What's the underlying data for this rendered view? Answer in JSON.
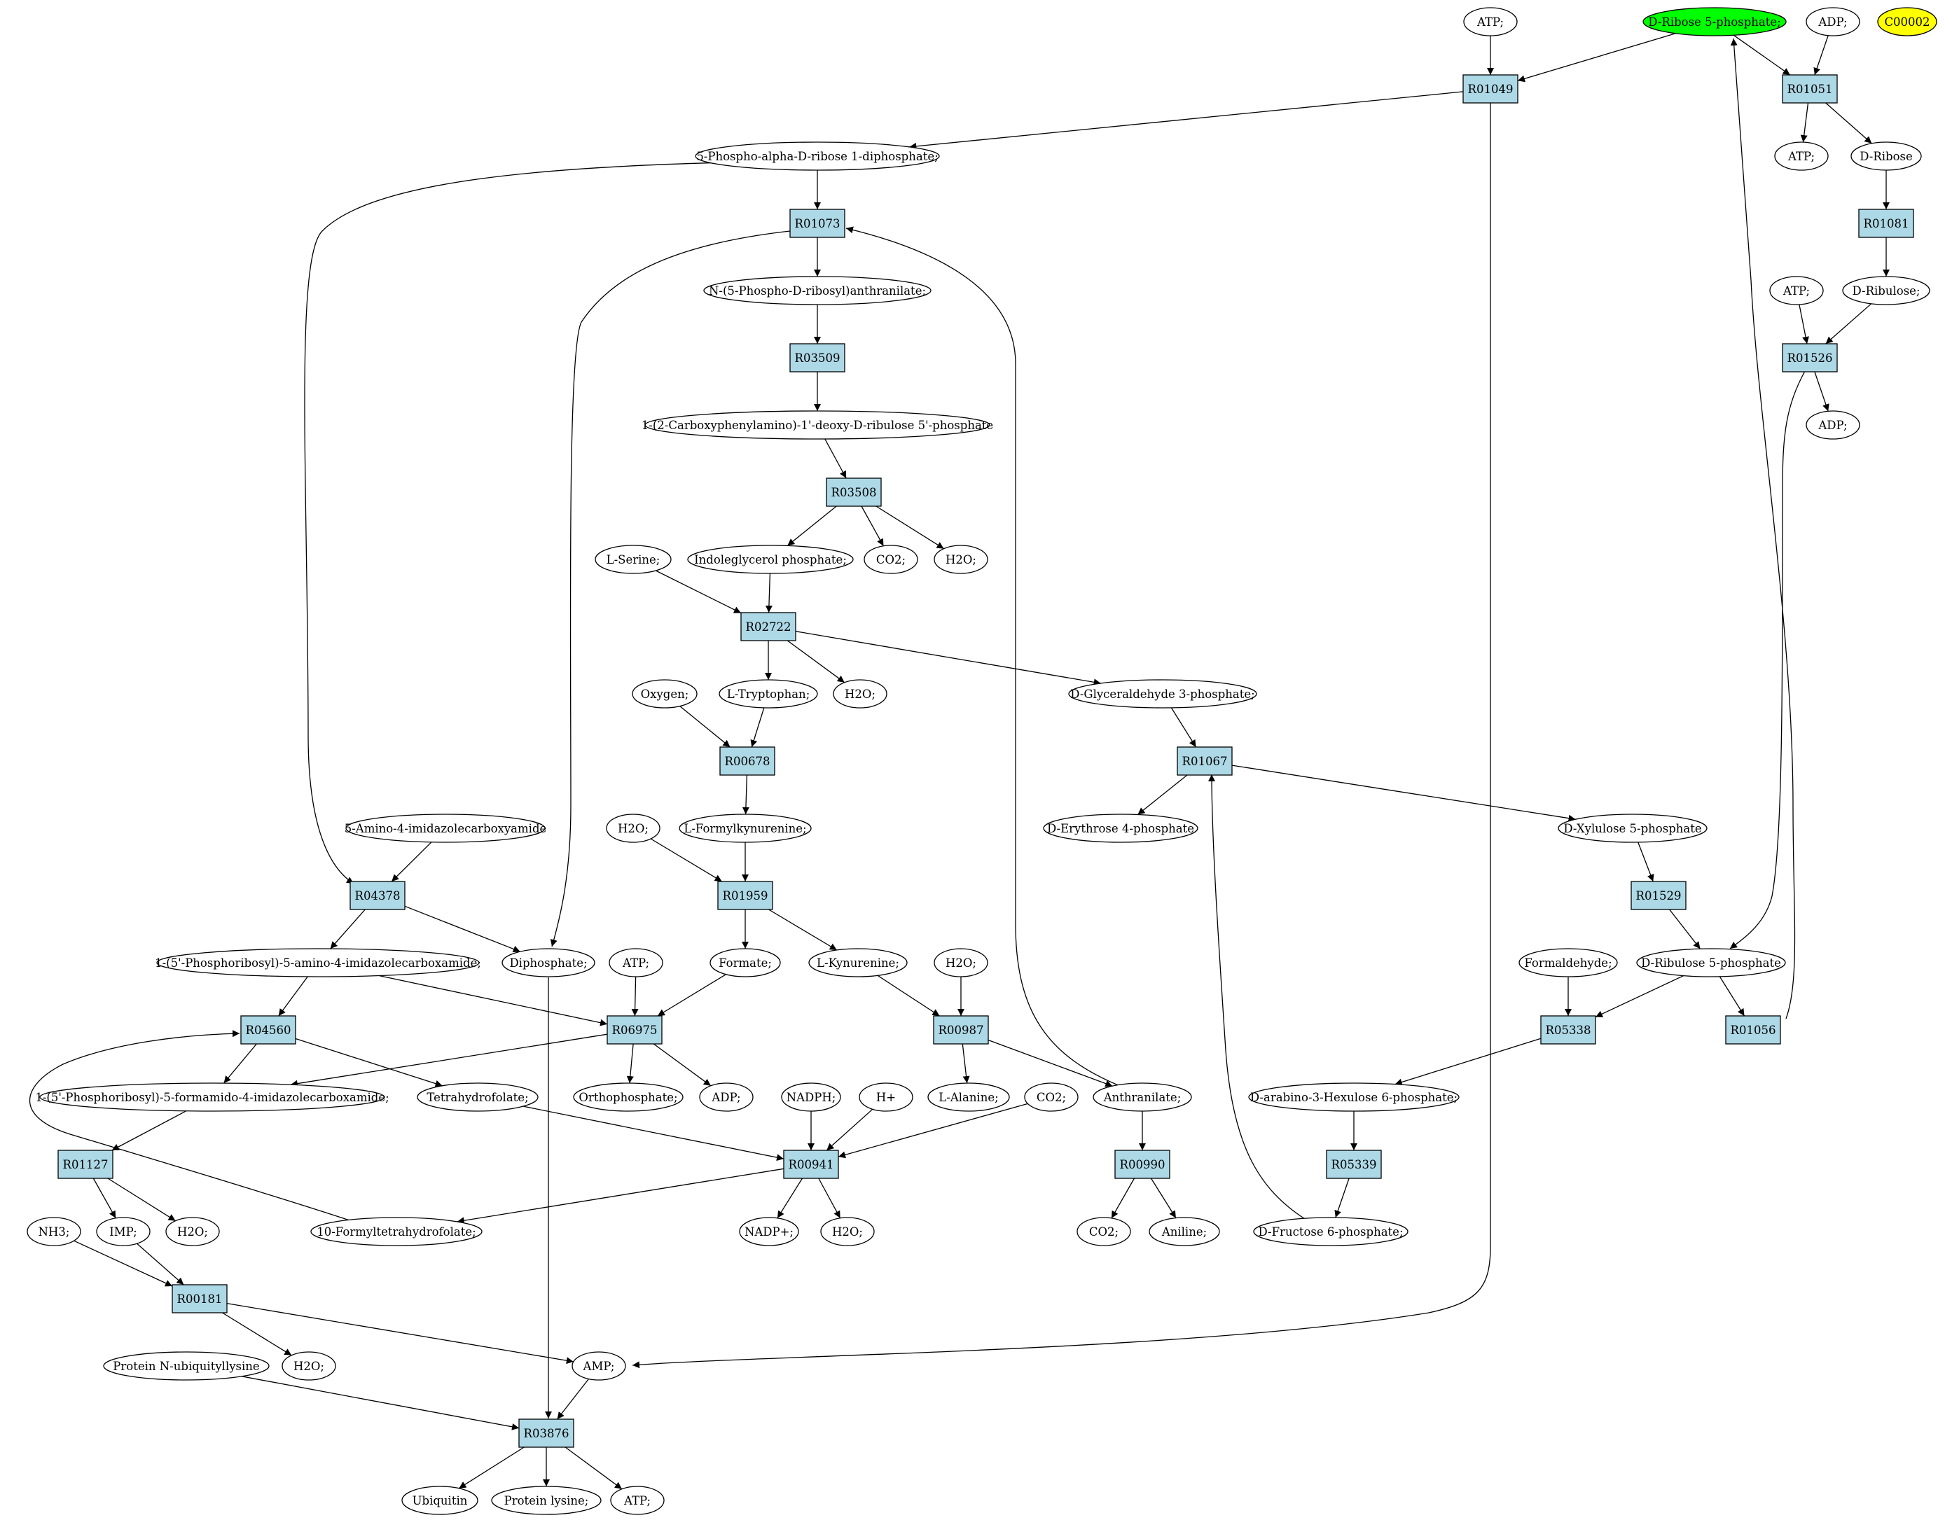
{
  "nodes": [
    {
      "id": "atp_top",
      "shape": "ellipse",
      "label": "ATP;"
    },
    {
      "id": "ribose5p",
      "shape": "ellipse",
      "label": "D-Ribose 5-phosphate;",
      "fill": "#00ff00"
    },
    {
      "id": "adp_top",
      "shape": "ellipse",
      "label": "ADP;"
    },
    {
      "id": "c00002",
      "shape": "ellipse",
      "label": "C00002",
      "fill": "#ffff00"
    },
    {
      "id": "r01049",
      "shape": "box",
      "label": "R01049"
    },
    {
      "id": "r01051",
      "shape": "box",
      "label": "R01051"
    },
    {
      "id": "prpp",
      "shape": "ellipse",
      "label": "5-Phospho-alpha-D-ribose 1-diphosphate;"
    },
    {
      "id": "atp_r1",
      "shape": "ellipse",
      "label": "ATP;"
    },
    {
      "id": "dribose",
      "shape": "ellipse",
      "label": "D-Ribose"
    },
    {
      "id": "r01073",
      "shape": "box",
      "label": "R01073"
    },
    {
      "id": "r01081",
      "shape": "box",
      "label": "R01081"
    },
    {
      "id": "n5p",
      "shape": "ellipse",
      "label": "N-(5-Phospho-D-ribosyl)anthranilate;"
    },
    {
      "id": "atp_r2",
      "shape": "ellipse",
      "label": "ATP;"
    },
    {
      "id": "dribulose",
      "shape": "ellipse",
      "label": "D-Ribulose;"
    },
    {
      "id": "r03509",
      "shape": "box",
      "label": "R03509"
    },
    {
      "id": "r01526",
      "shape": "box",
      "label": "R01526"
    },
    {
      "id": "carboxy",
      "shape": "ellipse",
      "label": "1-(2-Carboxyphenylamino)-1'-deoxy-D-ribulose 5'-phosphate"
    },
    {
      "id": "adp_r",
      "shape": "ellipse",
      "label": "ADP;"
    },
    {
      "id": "r03508",
      "shape": "box",
      "label": "R03508"
    },
    {
      "id": "lserine",
      "shape": "ellipse",
      "label": "L-Serine;"
    },
    {
      "id": "indole",
      "shape": "ellipse",
      "label": "Indoleglycerol phosphate;"
    },
    {
      "id": "co2_a",
      "shape": "ellipse",
      "label": "CO2;"
    },
    {
      "id": "h2o_a",
      "shape": "ellipse",
      "label": "H2O;"
    },
    {
      "id": "r02722",
      "shape": "box",
      "label": "R02722"
    },
    {
      "id": "oxygen",
      "shape": "ellipse",
      "label": "Oxygen;"
    },
    {
      "id": "ltrp",
      "shape": "ellipse",
      "label": "L-Tryptophan;"
    },
    {
      "id": "h2o_b",
      "shape": "ellipse",
      "label": "H2O;"
    },
    {
      "id": "g3p",
      "shape": "ellipse",
      "label": "D-Glyceraldehyde 3-phosphate;"
    },
    {
      "id": "r00678",
      "shape": "box",
      "label": "R00678"
    },
    {
      "id": "r01067",
      "shape": "box",
      "label": "R01067"
    },
    {
      "id": "aica",
      "shape": "ellipse",
      "label": "5-Amino-4-imidazolecarboxyamide"
    },
    {
      "id": "h2o_c",
      "shape": "ellipse",
      "label": "H2O;"
    },
    {
      "id": "lformyl",
      "shape": "ellipse",
      "label": "L-Formylkynurenine;"
    },
    {
      "id": "e4p",
      "shape": "ellipse",
      "label": "D-Erythrose 4-phosphate"
    },
    {
      "id": "x5p",
      "shape": "ellipse",
      "label": "D-Xylulose 5-phosphate"
    },
    {
      "id": "r04378",
      "shape": "box",
      "label": "R04378"
    },
    {
      "id": "r01959",
      "shape": "box",
      "label": "R01959"
    },
    {
      "id": "r01529",
      "shape": "box",
      "label": "R01529"
    },
    {
      "id": "aicar",
      "shape": "ellipse",
      "label": "1-(5'-Phosphoribosyl)-5-amino-4-imidazolecarboxamide;"
    },
    {
      "id": "diphos",
      "shape": "ellipse",
      "label": "Diphosphate;"
    },
    {
      "id": "atp_m",
      "shape": "ellipse",
      "label": "ATP;"
    },
    {
      "id": "formate",
      "shape": "ellipse",
      "label": "Formate;"
    },
    {
      "id": "lkyn",
      "shape": "ellipse",
      "label": "L-Kynurenine;"
    },
    {
      "id": "h2o_d",
      "shape": "ellipse",
      "label": "H2O;"
    },
    {
      "id": "formald",
      "shape": "ellipse",
      "label": "Formaldehyde;"
    },
    {
      "id": "ru5p",
      "shape": "ellipse",
      "label": "D-Ribulose 5-phosphate"
    },
    {
      "id": "r04560",
      "shape": "box",
      "label": "R04560"
    },
    {
      "id": "r06975",
      "shape": "box",
      "label": "R06975"
    },
    {
      "id": "r00987",
      "shape": "box",
      "label": "R00987"
    },
    {
      "id": "r05338",
      "shape": "box",
      "label": "R05338"
    },
    {
      "id": "r01056",
      "shape": "box",
      "label": "R01056"
    },
    {
      "id": "faicar",
      "shape": "ellipse",
      "label": "1-(5'-Phosphoribosyl)-5-formamido-4-imidazolecarboxamide;"
    },
    {
      "id": "thf",
      "shape": "ellipse",
      "label": "Tetrahydrofolate;"
    },
    {
      "id": "orthop",
      "shape": "ellipse",
      "label": "Orthophosphate;"
    },
    {
      "id": "adp_m",
      "shape": "ellipse",
      "label": "ADP;"
    },
    {
      "id": "nadph",
      "shape": "ellipse",
      "label": "NADPH;"
    },
    {
      "id": "hplus",
      "shape": "ellipse",
      "label": "H+"
    },
    {
      "id": "lala",
      "shape": "ellipse",
      "label": "L-Alanine;"
    },
    {
      "id": "co2_b",
      "shape": "ellipse",
      "label": "CO2;"
    },
    {
      "id": "anthr",
      "shape": "ellipse",
      "label": "Anthranilate;"
    },
    {
      "id": "hexulose",
      "shape": "ellipse",
      "label": "D-arabino-3-Hexulose 6-phosphate;"
    },
    {
      "id": "r01127",
      "shape": "box",
      "label": "R01127"
    },
    {
      "id": "r00941",
      "shape": "box",
      "label": "R00941"
    },
    {
      "id": "r00990",
      "shape": "box",
      "label": "R00990"
    },
    {
      "id": "r05339",
      "shape": "box",
      "label": "R05339"
    },
    {
      "id": "nh3",
      "shape": "ellipse",
      "label": "NH3;"
    },
    {
      "id": "imp",
      "shape": "ellipse",
      "label": "IMP;"
    },
    {
      "id": "h2o_e",
      "shape": "ellipse",
      "label": "H2O;"
    },
    {
      "id": "formylthf",
      "shape": "ellipse",
      "label": "10-Formyltetrahydrofolate;"
    },
    {
      "id": "nadp",
      "shape": "ellipse",
      "label": "NADP+;"
    },
    {
      "id": "h2o_f",
      "shape": "ellipse",
      "label": "H2O;"
    },
    {
      "id": "co2_c",
      "shape": "ellipse",
      "label": "CO2;"
    },
    {
      "id": "aniline",
      "shape": "ellipse",
      "label": "Aniline;"
    },
    {
      "id": "f6p",
      "shape": "ellipse",
      "label": "D-Fructose 6-phosphate;"
    },
    {
      "id": "r00181",
      "shape": "box",
      "label": "R00181"
    },
    {
      "id": "protubq",
      "shape": "ellipse",
      "label": "Protein N-ubiquityllysine"
    },
    {
      "id": "h2o_g",
      "shape": "ellipse",
      "label": "H2O;"
    },
    {
      "id": "amp",
      "shape": "ellipse",
      "label": "AMP;"
    },
    {
      "id": "r03876",
      "shape": "box",
      "label": "R03876"
    },
    {
      "id": "ubiquitin",
      "shape": "ellipse",
      "label": "Ubiquitin"
    },
    {
      "id": "protlys",
      "shape": "ellipse",
      "label": "Protein lysine;"
    },
    {
      "id": "atp_bot",
      "shape": "ellipse",
      "label": "ATP;"
    }
  ],
  "edges": [
    [
      "atp_top",
      "r01049"
    ],
    [
      "ribose5p",
      "r01049"
    ],
    [
      "ribose5p",
      "r01051"
    ],
    [
      "adp_top",
      "r01051"
    ],
    [
      "r01049",
      "prpp"
    ],
    [
      "r01049",
      "amp"
    ],
    [
      "r01051",
      "atp_r1"
    ],
    [
      "r01051",
      "dribose"
    ],
    [
      "prpp",
      "r01073"
    ],
    [
      "prpp",
      "r04378"
    ],
    [
      "r01073",
      "n5p"
    ],
    [
      "r01073",
      "diphos"
    ],
    [
      "dribose",
      "r01081"
    ],
    [
      "r01081",
      "dribulose"
    ],
    [
      "atp_r2",
      "r01526"
    ],
    [
      "dribulose",
      "r01526"
    ],
    [
      "r01526",
      "adp_r"
    ],
    [
      "r01526",
      "ru5p"
    ],
    [
      "n5p",
      "r03509"
    ],
    [
      "r03509",
      "carboxy"
    ],
    [
      "carboxy",
      "r03508"
    ],
    [
      "r03508",
      "indole"
    ],
    [
      "r03508",
      "co2_a"
    ],
    [
      "r03508",
      "h2o_a"
    ],
    [
      "lserine",
      "r02722"
    ],
    [
      "indole",
      "r02722"
    ],
    [
      "r02722",
      "ltrp"
    ],
    [
      "r02722",
      "h2o_b"
    ],
    [
      "r02722",
      "g3p"
    ],
    [
      "oxygen",
      "r00678"
    ],
    [
      "ltrp",
      "r00678"
    ],
    [
      "r00678",
      "lformyl"
    ],
    [
      "g3p",
      "r01067"
    ],
    [
      "r01067",
      "e4p"
    ],
    [
      "r01067",
      "x5p"
    ],
    [
      "f6p",
      "r01067"
    ],
    [
      "h2o_c",
      "r01959"
    ],
    [
      "lformyl",
      "r01959"
    ],
    [
      "r01959",
      "formate"
    ],
    [
      "r01959",
      "lkyn"
    ],
    [
      "x5p",
      "r01529"
    ],
    [
      "r01529",
      "ru5p"
    ],
    [
      "aica",
      "r04378"
    ],
    [
      "r04378",
      "aicar"
    ],
    [
      "r04378",
      "diphos"
    ],
    [
      "aicar",
      "r04560"
    ],
    [
      "aicar",
      "r06975"
    ],
    [
      "atp_m",
      "r06975"
    ],
    [
      "formate",
      "r06975"
    ],
    [
      "r06975",
      "faicar"
    ],
    [
      "r06975",
      "orthop"
    ],
    [
      "r06975",
      "adp_m"
    ],
    [
      "lkyn",
      "r00987"
    ],
    [
      "h2o_d",
      "r00987"
    ],
    [
      "r00987",
      "lala"
    ],
    [
      "r00987",
      "anthr"
    ],
    [
      "anthr",
      "r01073"
    ],
    [
      "anthr",
      "r00990"
    ],
    [
      "formald",
      "r05338"
    ],
    [
      "ru5p",
      "r05338"
    ],
    [
      "ru5p",
      "r01056"
    ],
    [
      "r01056",
      "ribose5p"
    ],
    [
      "r04560",
      "faicar"
    ],
    [
      "r04560",
      "thf"
    ],
    [
      "formylthf",
      "r04560"
    ],
    [
      "faicar",
      "r01127"
    ],
    [
      "r01127",
      "imp"
    ],
    [
      "r01127",
      "h2o_e"
    ],
    [
      "thf",
      "r00941"
    ],
    [
      "nadph",
      "r00941"
    ],
    [
      "hplus",
      "r00941"
    ],
    [
      "co2_b",
      "r00941"
    ],
    [
      "r00941",
      "formylthf"
    ],
    [
      "r00941",
      "nadp"
    ],
    [
      "r00941",
      "h2o_f"
    ],
    [
      "r00990",
      "co2_c"
    ],
    [
      "r00990",
      "aniline"
    ],
    [
      "r05338",
      "hexulose"
    ],
    [
      "hexulose",
      "r05339"
    ],
    [
      "r05339",
      "f6p"
    ],
    [
      "nh3",
      "r00181"
    ],
    [
      "imp",
      "r00181"
    ],
    [
      "r00181",
      "h2o_g"
    ],
    [
      "r00181",
      "amp"
    ],
    [
      "diphos",
      "r03876"
    ],
    [
      "amp",
      "r03876"
    ],
    [
      "protubq",
      "r03876"
    ],
    [
      "r03876",
      "ubiquitin"
    ],
    [
      "r03876",
      "protlys"
    ],
    [
      "r03876",
      "atp_bot"
    ]
  ]
}
